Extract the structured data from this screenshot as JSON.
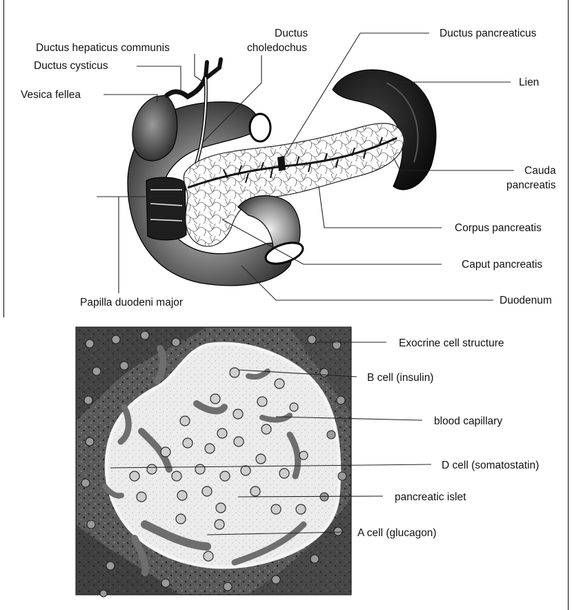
{
  "anatomy_labels": {
    "ductus_hepaticus_communis": "Ductus hepaticus communis",
    "ductus_cysticus": "Ductus cysticus",
    "vesica_fellea": "Vesica fellea",
    "ductus_choledochus_line1": "Ductus",
    "ductus_choledochus_line2": "choledochus",
    "ductus_pancreaticus": "Ductus pancreaticus",
    "lien": "Lien",
    "cauda_line1": "Cauda",
    "cauda_line2": "pancreatis",
    "corpus_pancreatis": "Corpus pancreatis",
    "caput_pancreatis": "Caput pancreatis",
    "papilla_duodeni_major": "Papilla duodeni major",
    "duodenum": "Duodenum"
  },
  "histology_labels": {
    "exocrine_cell_structure": "Exocrine cell structure",
    "b_cell": "B cell (insulin)",
    "blood_capillary": "blood capillary",
    "d_cell": "D cell (somatostatin)",
    "pancreatic_islet": "pancreatic islet",
    "a_cell": "A cell (glucagon)"
  },
  "colors": {
    "ink": "#111111",
    "dark_organ": "#1a1a1a",
    "mid_organ": "#555555",
    "light_organ": "#b0b0b0",
    "islet": "#ececec",
    "vessel": "#6e6e6e"
  }
}
